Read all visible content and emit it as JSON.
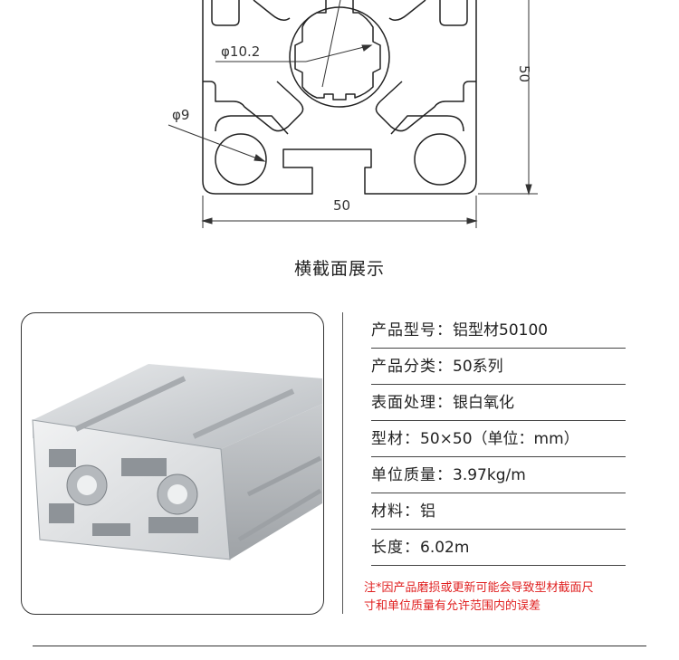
{
  "drawing": {
    "dim_hole_center": "φ10.2",
    "dim_hole_corner": "φ9",
    "dim_width": "50",
    "dim_height": "50"
  },
  "caption": "横截面展示",
  "specs": [
    {
      "label": "产品型号：",
      "value": "铝型材50100"
    },
    {
      "label": "产品分类：",
      "value": "50系列"
    },
    {
      "label": "表面处理：",
      "value": "银白氧化"
    },
    {
      "label": "型材：",
      "value": "50×50（单位：mm）"
    },
    {
      "label": "单位质量：",
      "value": "3.97kg/m"
    },
    {
      "label": "材料：",
      "value": "铝"
    },
    {
      "label": "长度：",
      "value": "6.02m"
    }
  ],
  "note": {
    "line1": "注*因产品磨损或更新可能会导致型材截面尺",
    "line2": "寸和单位质量有允许范围内的误差"
  }
}
